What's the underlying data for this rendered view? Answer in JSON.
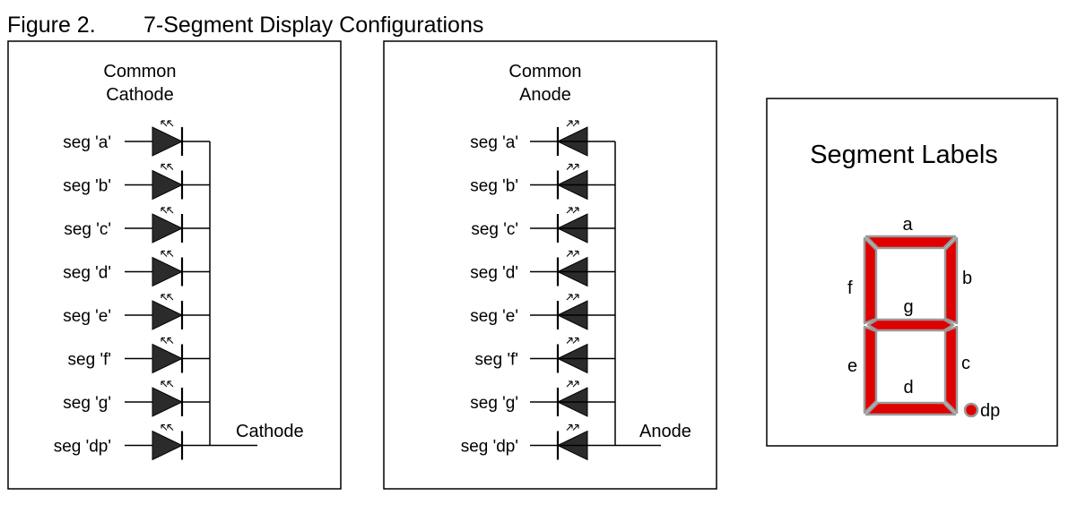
{
  "figure": {
    "number": "Figure 2.",
    "title": "7-Segment Display Configurations"
  },
  "cathode_panel": {
    "title_line1": "Common",
    "title_line2": "Cathode",
    "rows": [
      "seg 'a'",
      "seg 'b'",
      "seg 'c'",
      "seg 'd'",
      "seg 'e'",
      "seg 'f'",
      "seg 'g'",
      "seg 'dp'"
    ],
    "terminal_label": "Cathode"
  },
  "anode_panel": {
    "title_line1": "Common",
    "title_line2": "Anode",
    "rows": [
      "seg 'a'",
      "seg 'b'",
      "seg 'c'",
      "seg 'd'",
      "seg 'e'",
      "seg 'f'",
      "seg 'g'",
      "seg 'dp'"
    ],
    "terminal_label": "Anode"
  },
  "segment_panel": {
    "title": "Segment Labels",
    "labels": {
      "a": "a",
      "b": "b",
      "c": "c",
      "d": "d",
      "e": "e",
      "f": "f",
      "g": "g",
      "dp": "dp"
    },
    "segment_color": "#e00000",
    "outline_color": "#9a9a9a"
  }
}
